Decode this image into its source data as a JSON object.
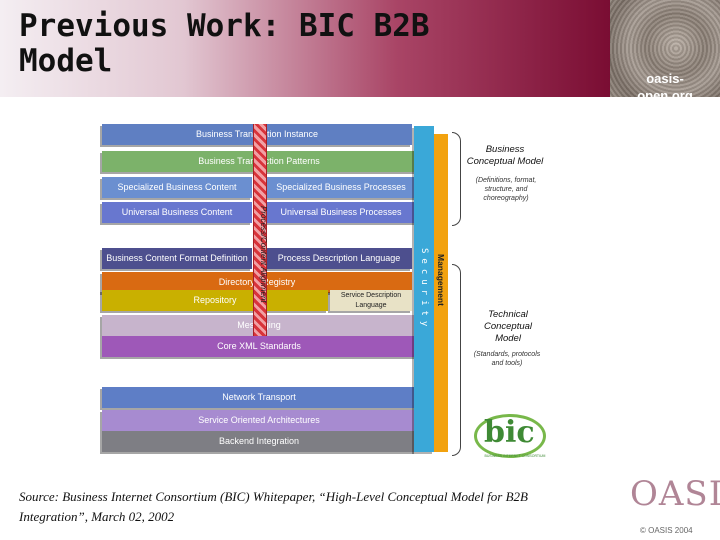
{
  "header": {
    "title": "Previous Work: BIC B2B\nModel",
    "logo_text": "oasis-\nopen.org"
  },
  "diagram": {
    "upper_layers": [
      {
        "label": "Business Transaction Instance",
        "color": "#5f7fc2"
      },
      {
        "label": "Business Transaction Patterns",
        "color": "#7cb26a"
      },
      {
        "label": "Specialized Business Content",
        "color": "#6b8fd0"
      },
      {
        "label": "Specialized Business Processes",
        "color": "#6b8fd0"
      },
      {
        "label": "Universal Business Content",
        "color": "#6877cf"
      },
      {
        "label": "Universal Business Processes",
        "color": "#6877cf"
      }
    ],
    "lower_layers": [
      {
        "label": "Business Content Format Definition",
        "color": "#4d4f8e"
      },
      {
        "label": "Process Description Language",
        "color": "#4d4f8e"
      },
      {
        "label": "Directory / Registry",
        "color": "#d96a12"
      },
      {
        "label": "Repository",
        "color": "#c9b000"
      },
      {
        "label": "Service Description Language",
        "color": "#e8e2c6"
      },
      {
        "label": "Messaging",
        "color": "#c7b4cc"
      },
      {
        "label": "Core XML Standards",
        "color": "#9e58b8"
      },
      {
        "label": "Network Transport",
        "color": "#5e7ec6"
      },
      {
        "label": "Service Oriented Architectures",
        "color": "#a78bd0"
      },
      {
        "label": "Backend Integration",
        "color": "#7e7e84"
      }
    ],
    "pillar_label": "Process/Content Alignment",
    "security_label": "Security",
    "management_label": "Management",
    "business_model": {
      "heading": "Business\nConceptual Model",
      "note": "(Definitions, format,\nstructure, and\nchoreography)"
    },
    "technical_model": {
      "heading": "Technical\nConceptual\nModel",
      "note": "(Standards, protocols\nand tools)"
    },
    "bic_logo": "bic",
    "bic_logo_sub": "BUSINESS INTERNET CONSORTIUM"
  },
  "footer": {
    "source": "Source: Business Internet Consortium (BIC) Whitepaper, “High-Level Conceptual Model for B2B Integration”,   March 02, 2002",
    "oasis_logo": "OASIS",
    "copyright": "© OASIS 2004"
  }
}
